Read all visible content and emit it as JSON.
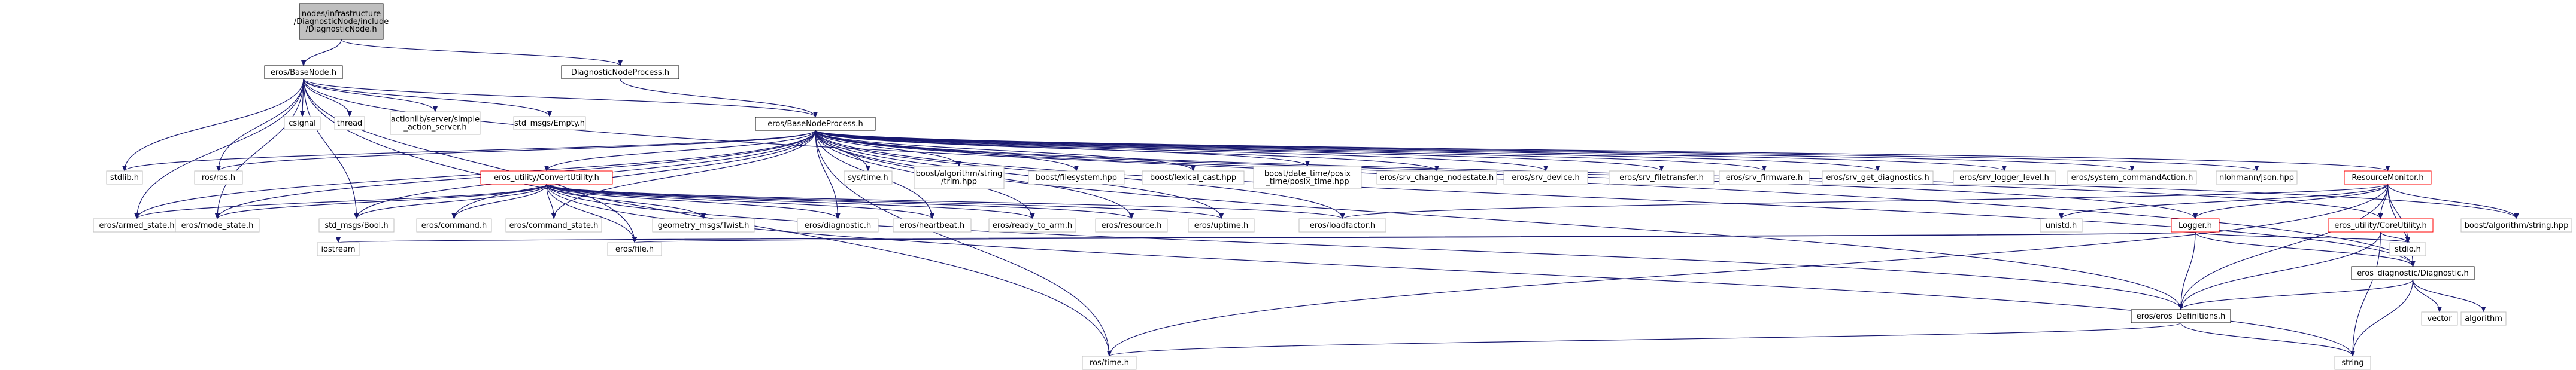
{
  "graph": {
    "nodes": [
      {
        "id": "root",
        "lines": [
          "nodes/infrastructure",
          "/DiagnosticNode/include",
          "/DiagnosticNode.h"
        ],
        "style": "root"
      },
      {
        "id": "basenode",
        "lines": [
          "eros/BaseNode.h"
        ],
        "style": "boxed"
      },
      {
        "id": "dnp",
        "lines": [
          "DiagnosticNodeProcess.h"
        ],
        "style": "boxed"
      },
      {
        "id": "csignal",
        "lines": [
          "csignal"
        ],
        "style": "plain"
      },
      {
        "id": "thread",
        "lines": [
          "thread"
        ],
        "style": "plain"
      },
      {
        "id": "actionlib",
        "lines": [
          "actionlib/server/simple",
          "_action_server.h"
        ],
        "style": "plain"
      },
      {
        "id": "std_empty",
        "lines": [
          "std_msgs/Empty.h"
        ],
        "style": "plain"
      },
      {
        "id": "bnp",
        "lines": [
          "eros/BaseNodeProcess.h"
        ],
        "style": "boxed"
      },
      {
        "id": "stdlib",
        "lines": [
          "stdlib.h"
        ],
        "style": "plain"
      },
      {
        "id": "rosros",
        "lines": [
          "ros/ros.h"
        ],
        "style": "plain"
      },
      {
        "id": "convert",
        "lines": [
          "eros_utility/ConvertUtility.h"
        ],
        "style": "red"
      },
      {
        "id": "systime",
        "lines": [
          "sys/time.h"
        ],
        "style": "plain"
      },
      {
        "id": "trim",
        "lines": [
          "boost/algorithm/string",
          "/trim.hpp"
        ],
        "style": "plain"
      },
      {
        "id": "filesystem",
        "lines": [
          "boost/filesystem.hpp"
        ],
        "style": "plain"
      },
      {
        "id": "lexcast",
        "lines": [
          "boost/lexical_cast.hpp"
        ],
        "style": "plain"
      },
      {
        "id": "posix",
        "lines": [
          "boost/date_time/posix",
          "_time/posix_time.hpp"
        ],
        "style": "plain"
      },
      {
        "id": "srv_change",
        "lines": [
          "eros/srv_change_nodestate.h"
        ],
        "style": "plain"
      },
      {
        "id": "srv_device",
        "lines": [
          "eros/srv_device.h"
        ],
        "style": "plain"
      },
      {
        "id": "srv_ft",
        "lines": [
          "eros/srv_filetransfer.h"
        ],
        "style": "plain"
      },
      {
        "id": "srv_fw",
        "lines": [
          "eros/srv_firmware.h"
        ],
        "style": "plain"
      },
      {
        "id": "srv_gd",
        "lines": [
          "eros/srv_get_diagnostics.h"
        ],
        "style": "plain"
      },
      {
        "id": "srv_ll",
        "lines": [
          "eros/srv_logger_level.h"
        ],
        "style": "plain"
      },
      {
        "id": "syscmd",
        "lines": [
          "eros/system_commandAction.h"
        ],
        "style": "plain"
      },
      {
        "id": "json",
        "lines": [
          "nlohmann/json.hpp"
        ],
        "style": "plain"
      },
      {
        "id": "resmon",
        "lines": [
          "ResourceMonitor.h"
        ],
        "style": "red"
      },
      {
        "id": "armed",
        "lines": [
          "eros/armed_state.h"
        ],
        "style": "plain"
      },
      {
        "id": "mode",
        "lines": [
          "eros/mode_state.h"
        ],
        "style": "plain"
      },
      {
        "id": "boolh",
        "lines": [
          "std_msgs/Bool.h"
        ],
        "style": "plain"
      },
      {
        "id": "command",
        "lines": [
          "eros/command.h"
        ],
        "style": "plain"
      },
      {
        "id": "cmdstate",
        "lines": [
          "eros/command_state.h"
        ],
        "style": "plain"
      },
      {
        "id": "twist",
        "lines": [
          "geometry_msgs/Twist.h"
        ],
        "style": "plain"
      },
      {
        "id": "diag",
        "lines": [
          "eros/diagnostic.h"
        ],
        "style": "plain"
      },
      {
        "id": "heartbeat",
        "lines": [
          "eros/heartbeat.h"
        ],
        "style": "plain"
      },
      {
        "id": "ready",
        "lines": [
          "eros/ready_to_arm.h"
        ],
        "style": "plain"
      },
      {
        "id": "resource",
        "lines": [
          "eros/resource.h"
        ],
        "style": "plain"
      },
      {
        "id": "uptime",
        "lines": [
          "eros/uptime.h"
        ],
        "style": "plain"
      },
      {
        "id": "loadfactor",
        "lines": [
          "eros/loadfactor.h"
        ],
        "style": "plain"
      },
      {
        "id": "unistd",
        "lines": [
          "unistd.h"
        ],
        "style": "plain"
      },
      {
        "id": "logger",
        "lines": [
          "Logger.h"
        ],
        "style": "red"
      },
      {
        "id": "coreutil",
        "lines": [
          "eros_utility/CoreUtility.h"
        ],
        "style": "red"
      },
      {
        "id": "boostalg",
        "lines": [
          "boost/algorithm/string.hpp"
        ],
        "style": "plain"
      },
      {
        "id": "iostream",
        "lines": [
          "iostream"
        ],
        "style": "plain"
      },
      {
        "id": "file",
        "lines": [
          "eros/file.h"
        ],
        "style": "plain"
      },
      {
        "id": "stdio",
        "lines": [
          "stdio.h"
        ],
        "style": "plain"
      },
      {
        "id": "erosdiag",
        "lines": [
          "eros_diagnostic/Diagnostic.h"
        ],
        "style": "boxed"
      },
      {
        "id": "defs",
        "lines": [
          "eros/eros_Definitions.h"
        ],
        "style": "boxed"
      },
      {
        "id": "vector",
        "lines": [
          "vector"
        ],
        "style": "plain"
      },
      {
        "id": "algorithm",
        "lines": [
          "algorithm"
        ],
        "style": "plain"
      },
      {
        "id": "rostime",
        "lines": [
          "ros/time.h"
        ],
        "style": "plain"
      },
      {
        "id": "string",
        "lines": [
          "string"
        ],
        "style": "plain"
      }
    ],
    "edges": [
      [
        "root",
        "basenode"
      ],
      [
        "root",
        "dnp"
      ],
      [
        "basenode",
        "csignal"
      ],
      [
        "basenode",
        "thread"
      ],
      [
        "basenode",
        "actionlib"
      ],
      [
        "basenode",
        "std_empty"
      ],
      [
        "basenode",
        "bnp"
      ],
      [
        "basenode",
        "stdlib"
      ],
      [
        "basenode",
        "rosros"
      ],
      [
        "basenode",
        "armed"
      ],
      [
        "basenode",
        "mode"
      ],
      [
        "basenode",
        "boolh"
      ],
      [
        "basenode",
        "file"
      ],
      [
        "basenode",
        "rostime"
      ],
      [
        "basenode",
        "erosdiag"
      ],
      [
        "dnp",
        "bnp"
      ],
      [
        "bnp",
        "stdlib"
      ],
      [
        "bnp",
        "rosros"
      ],
      [
        "bnp",
        "convert"
      ],
      [
        "bnp",
        "systime"
      ],
      [
        "bnp",
        "trim"
      ],
      [
        "bnp",
        "filesystem"
      ],
      [
        "bnp",
        "lexcast"
      ],
      [
        "bnp",
        "posix"
      ],
      [
        "bnp",
        "srv_change"
      ],
      [
        "bnp",
        "srv_device"
      ],
      [
        "bnp",
        "srv_ft"
      ],
      [
        "bnp",
        "srv_fw"
      ],
      [
        "bnp",
        "srv_gd"
      ],
      [
        "bnp",
        "srv_ll"
      ],
      [
        "bnp",
        "syscmd"
      ],
      [
        "bnp",
        "json"
      ],
      [
        "bnp",
        "resmon"
      ],
      [
        "bnp",
        "armed"
      ],
      [
        "bnp",
        "mode"
      ],
      [
        "bnp",
        "boolh"
      ],
      [
        "bnp",
        "command"
      ],
      [
        "bnp",
        "cmdstate"
      ],
      [
        "bnp",
        "diag"
      ],
      [
        "bnp",
        "heartbeat"
      ],
      [
        "bnp",
        "ready"
      ],
      [
        "bnp",
        "resource"
      ],
      [
        "bnp",
        "uptime"
      ],
      [
        "bnp",
        "loadfactor"
      ],
      [
        "bnp",
        "logger"
      ],
      [
        "bnp",
        "coreutil"
      ],
      [
        "bnp",
        "boostalg"
      ],
      [
        "bnp",
        "rostime"
      ],
      [
        "bnp",
        "defs"
      ],
      [
        "bnp",
        "erosdiag"
      ],
      [
        "convert",
        "armed"
      ],
      [
        "convert",
        "mode"
      ],
      [
        "convert",
        "boolh"
      ],
      [
        "convert",
        "command"
      ],
      [
        "convert",
        "cmdstate"
      ],
      [
        "convert",
        "twist"
      ],
      [
        "convert",
        "diag"
      ],
      [
        "convert",
        "heartbeat"
      ],
      [
        "convert",
        "ready"
      ],
      [
        "convert",
        "resource"
      ],
      [
        "convert",
        "uptime"
      ],
      [
        "convert",
        "loadfactor"
      ],
      [
        "convert",
        "file"
      ],
      [
        "convert",
        "defs"
      ],
      [
        "convert",
        "string"
      ],
      [
        "resmon",
        "unistd"
      ],
      [
        "resmon",
        "loadfactor"
      ],
      [
        "resmon",
        "logger"
      ],
      [
        "resmon",
        "coreutil"
      ],
      [
        "resmon",
        "boostalg"
      ],
      [
        "resmon",
        "stdio"
      ],
      [
        "resmon",
        "erosdiag"
      ],
      [
        "resmon",
        "defs"
      ],
      [
        "resmon",
        "rostime"
      ],
      [
        "logger",
        "iostream"
      ],
      [
        "logger",
        "file"
      ],
      [
        "logger",
        "stdio"
      ],
      [
        "logger",
        "defs"
      ],
      [
        "logger",
        "erosdiag"
      ],
      [
        "coreutil",
        "stdio"
      ],
      [
        "coreutil",
        "defs"
      ],
      [
        "coreutil",
        "string"
      ],
      [
        "erosdiag",
        "defs"
      ],
      [
        "erosdiag",
        "vector"
      ],
      [
        "erosdiag",
        "algorithm"
      ],
      [
        "erosdiag",
        "string"
      ],
      [
        "defs",
        "rostime"
      ],
      [
        "defs",
        "string"
      ]
    ]
  },
  "colors": {
    "edge": "#191970",
    "box_border": "#000000",
    "root_fill": "#bfbfbf",
    "red_border": "#ff0000",
    "plain_border": "#bfbfbf",
    "label": "#000000"
  }
}
